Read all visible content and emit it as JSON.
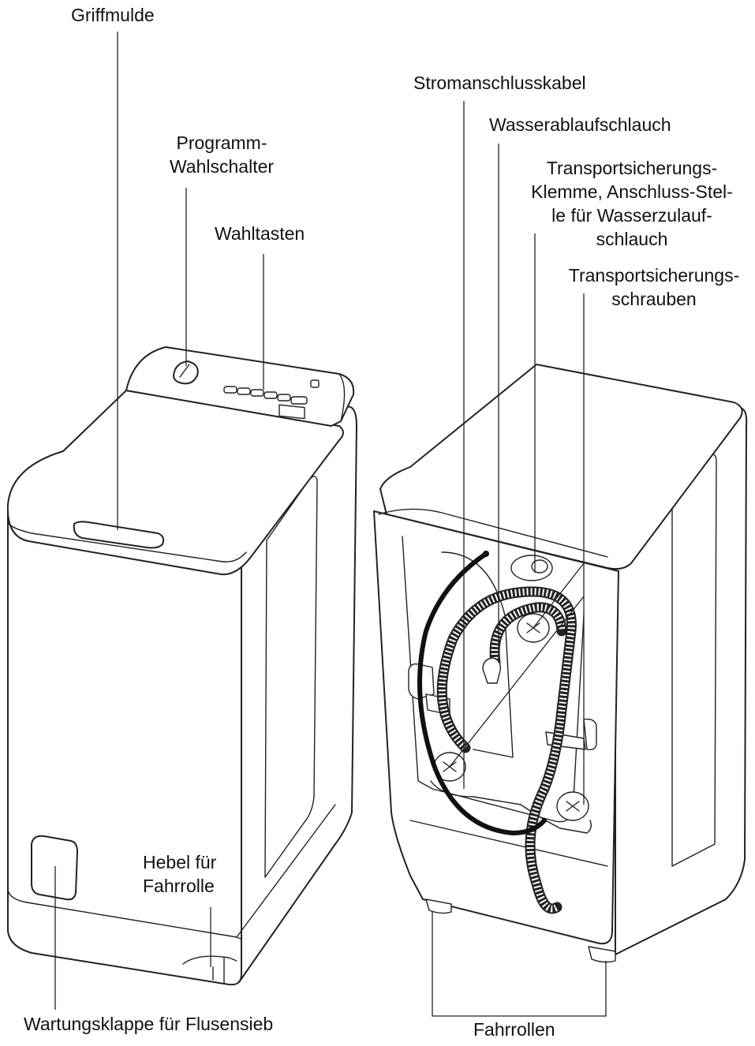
{
  "labels": {
    "griffmulde": "Griffmulde",
    "programm_line1": "Programm-",
    "programm_line2": "Wahlschalter",
    "wahltasten": "Wahltasten",
    "hebel_line1": "Hebel für",
    "hebel_line2": "Fahrrolle",
    "wartungsklappe": "Wartungsklappe für Flusensieb",
    "stromanschlusskabel": "Stromanschlusskabel",
    "wasserablaufschlauch": "Wasserablaufschlauch",
    "klemme_line1": "Transportsicherungs-",
    "klemme_line2": "Klemme, Anschluss-Stel-",
    "klemme_line3": "le für Wasserzulauf-",
    "klemme_line4": "schlauch",
    "schrauben_line1": "Transportsicherungs-",
    "schrauben_line2": "schrauben",
    "fahrrollen": "Fahrrollen"
  },
  "colors": {
    "line": "#222222",
    "text": "#111111",
    "background": "#ffffff"
  }
}
